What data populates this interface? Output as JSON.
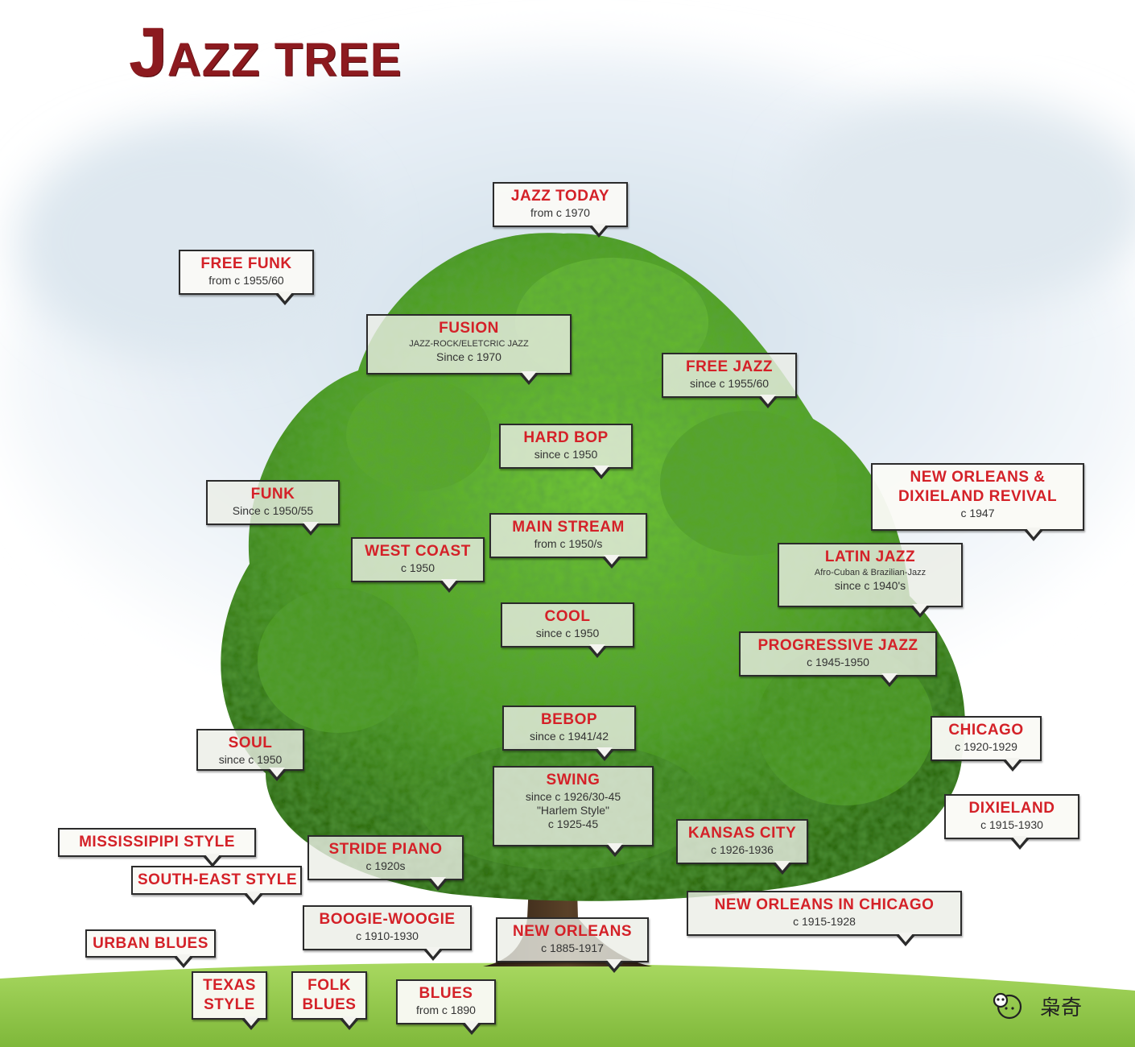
{
  "title": "JAZZ TREE",
  "title_first_letter": "J",
  "title_rest": "AZZ TREE",
  "watermark": "枭奇",
  "colors": {
    "title": "#8c1a1f",
    "label_text": "#d42128",
    "label_sub": "#333333",
    "leaf_dark": "#2f6b17",
    "leaf_light": "#6cc235",
    "trunk": "#3b2a1a",
    "grass": "#8cc63f",
    "sky": "#d7e4ee"
  },
  "styles": [
    {
      "id": "jazz-today",
      "title": "JAZZ TODAY",
      "sub": [
        "from c 1970"
      ]
    },
    {
      "id": "free-funk",
      "title": "FREE FUNK",
      "sub": [
        "from c 1955/60"
      ]
    },
    {
      "id": "fusion",
      "title": "FUSION",
      "sub": [
        "JAZZ-ROCK/ELETCRIC JAZZ",
        "Since c 1970"
      ]
    },
    {
      "id": "free-jazz",
      "title": "FREE JAZZ",
      "sub": [
        "since c 1955/60"
      ]
    },
    {
      "id": "hard-bop",
      "title": "HARD BOP",
      "sub": [
        "since c 1950"
      ]
    },
    {
      "id": "new-orleans-dixieland-revival",
      "title": "NEW ORLEANS &",
      "title2": "DIXIELAND REVIVAL",
      "sub": [
        "c 1947"
      ]
    },
    {
      "id": "funk",
      "title": "FUNK",
      "sub": [
        "Since c 1950/55"
      ]
    },
    {
      "id": "main-stream",
      "title": "MAIN STREAM",
      "sub": [
        "from c 1950/s"
      ]
    },
    {
      "id": "west-coast",
      "title": "WEST COAST",
      "sub": [
        "c 1950"
      ]
    },
    {
      "id": "latin-jazz",
      "title": "LATIN JAZZ",
      "sub": [
        "Afro-Cuban & Brazilian-Jazz",
        "since c 1940's"
      ]
    },
    {
      "id": "cool",
      "title": "COOL",
      "sub": [
        "since c 1950"
      ]
    },
    {
      "id": "progressive-jazz",
      "title": "PROGRESSIVE JAZZ",
      "sub": [
        "c 1945-1950"
      ]
    },
    {
      "id": "bebop",
      "title": "BEBOP",
      "sub": [
        "since c 1941/42"
      ]
    },
    {
      "id": "chicago",
      "title": "CHICAGO",
      "sub": [
        "c 1920-1929"
      ]
    },
    {
      "id": "soul",
      "title": "SOUL",
      "sub": [
        "since c 1950"
      ]
    },
    {
      "id": "swing",
      "title": "SWING",
      "sub": [
        "since c 1926/30-45",
        "\"Harlem Style\"",
        "c 1925-45"
      ]
    },
    {
      "id": "dixieland",
      "title": "DIXIELAND",
      "sub": [
        "c 1915-1930"
      ]
    },
    {
      "id": "kansas-city",
      "title": "KANSAS CITY",
      "sub": [
        "c 1926-1936"
      ]
    },
    {
      "id": "mississippi-style",
      "title": "MISSISSIPIPI STYLE",
      "sub": []
    },
    {
      "id": "stride-piano",
      "title": "STRIDE PIANO",
      "sub": [
        "c 1920s"
      ]
    },
    {
      "id": "south-east-style",
      "title": "SOUTH-EAST STYLE",
      "sub": []
    },
    {
      "id": "new-orleans-in-chicago",
      "title": "NEW ORLEANS IN CHICAGO",
      "sub": [
        "c 1915-1928"
      ]
    },
    {
      "id": "boogie-woogie",
      "title": "BOOGIE-WOOGIE",
      "sub": [
        "c 1910-1930"
      ]
    },
    {
      "id": "new-orleans",
      "title": "NEW ORLEANS",
      "sub": [
        "c 1885-1917"
      ]
    },
    {
      "id": "urban-blues",
      "title": "URBAN BLUES",
      "sub": []
    },
    {
      "id": "texas-style",
      "title": "TEXAS",
      "title2": "STYLE",
      "sub": []
    },
    {
      "id": "folk-blues",
      "title": "FOLK",
      "title2": "BLUES",
      "sub": []
    },
    {
      "id": "blues",
      "title": "BLUES",
      "sub": [
        "from c 1890"
      ]
    }
  ]
}
